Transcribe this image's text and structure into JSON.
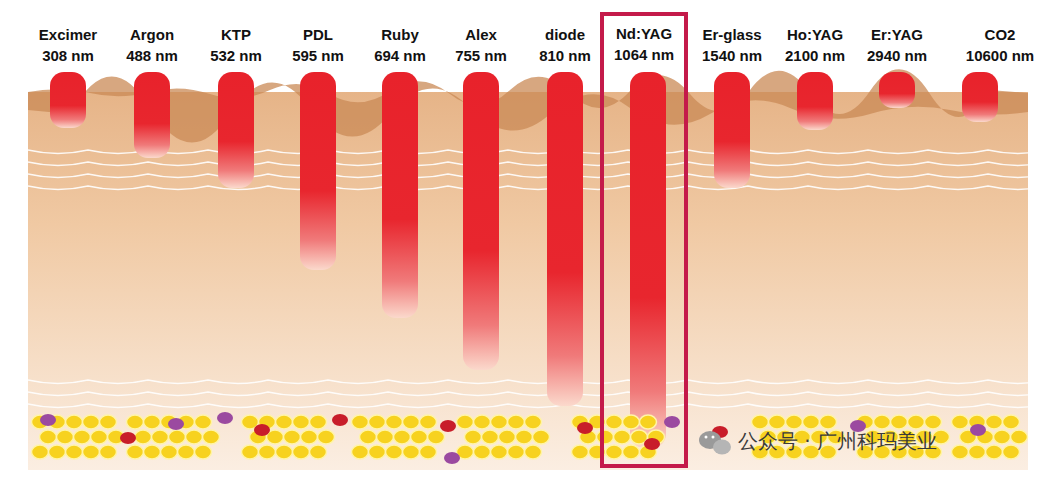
{
  "diagram": {
    "nodes": [
      {
        "text": [
          "Nd:YAG",
          "1064 nm"
        ]
      }
    ],
    "labels": [
      "Excimer",
      "308 nm",
      "Argon",
      "488 nm",
      "KTP",
      "532 nm",
      "PDL",
      "595 nm",
      "Ruby",
      "694 nm",
      "Alex",
      "755 nm",
      "diode",
      "810 nm",
      "Er-glass",
      "1540 nm",
      "Ho:YAG",
      "2100 nm",
      "Er:YAG",
      "2940 nm",
      "CO2",
      "10600 nm",
      "公众号 · 广州科玛美业"
    ]
  }
}
